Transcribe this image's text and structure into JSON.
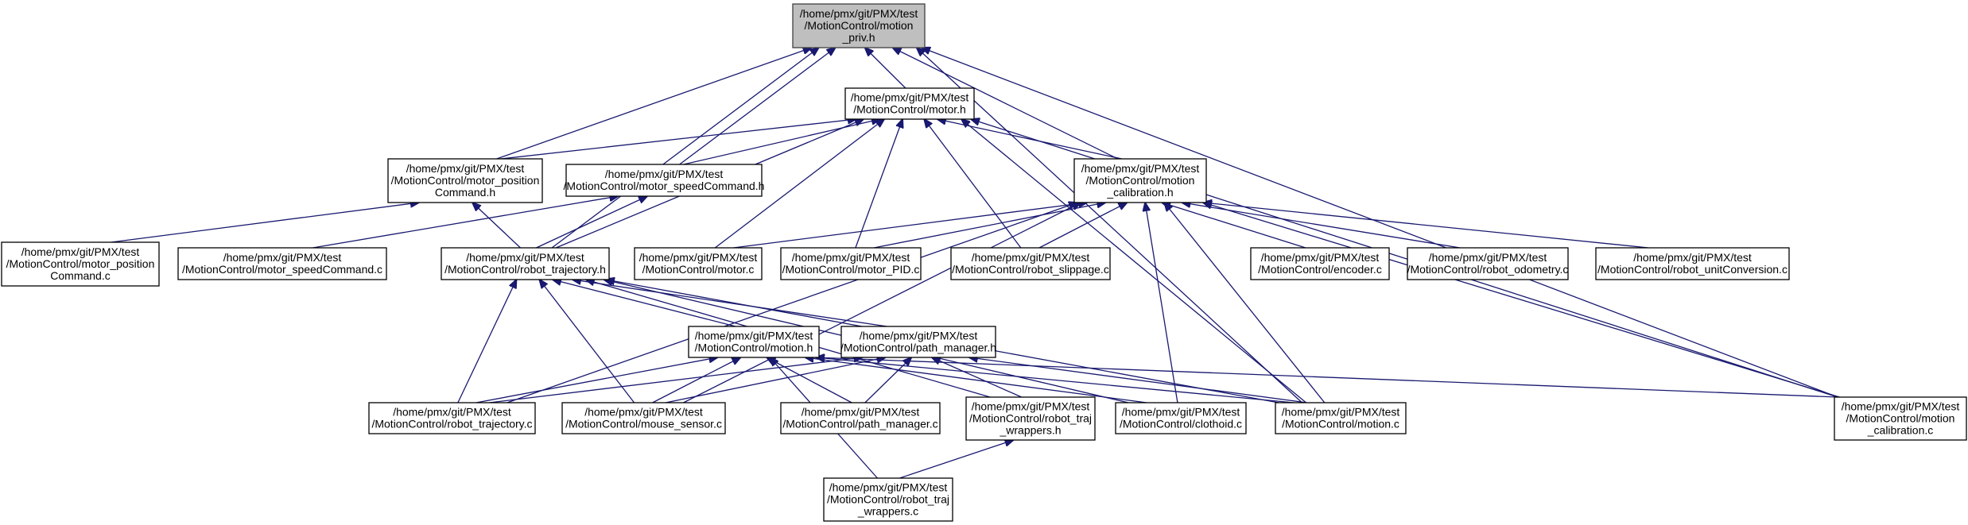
{
  "nodes": [
    {
      "id": "motion_priv_h",
      "lines": [
        "/home/pmx/git/PMX/test",
        "/MotionControl/motion",
        "_priv.h"
      ],
      "highlight": true
    },
    {
      "id": "motor_h",
      "lines": [
        "/home/pmx/git/PMX/test",
        "/MotionControl/motor.h"
      ]
    },
    {
      "id": "motor_position_command_h",
      "lines": [
        "/home/pmx/git/PMX/test",
        "/MotionControl/motor_position",
        "Command.h"
      ]
    },
    {
      "id": "motor_speedcommand_h",
      "lines": [
        "/home/pmx/git/PMX/test",
        "/MotionControl/motor_speedCommand.h"
      ]
    },
    {
      "id": "motion_calibration_h",
      "lines": [
        "/home/pmx/git/PMX/test",
        "/MotionControl/motion",
        "_calibration.h"
      ]
    },
    {
      "id": "motor_position_command_c",
      "lines": [
        "/home/pmx/git/PMX/test",
        "/MotionControl/motor_position",
        "Command.c"
      ]
    },
    {
      "id": "motor_speedcommand_c",
      "lines": [
        "/home/pmx/git/PMX/test",
        "/MotionControl/motor_speedCommand.c"
      ]
    },
    {
      "id": "robot_trajectory_h",
      "lines": [
        "/home/pmx/git/PMX/test",
        "/MotionControl/robot_trajectory.h"
      ]
    },
    {
      "id": "motor_c",
      "lines": [
        "/home/pmx/git/PMX/test",
        "/MotionControl/motor.c"
      ]
    },
    {
      "id": "motor_pid_c",
      "lines": [
        "/home/pmx/git/PMX/test",
        "/MotionControl/motor_PID.c"
      ]
    },
    {
      "id": "robot_slippage_c",
      "lines": [
        "/home/pmx/git/PMX/test",
        "/MotionControl/robot_slippage.c"
      ]
    },
    {
      "id": "encoder_c",
      "lines": [
        "/home/pmx/git/PMX/test",
        "/MotionControl/encoder.c"
      ]
    },
    {
      "id": "robot_odometry_c",
      "lines": [
        "/home/pmx/git/PMX/test",
        "/MotionControl/robot_odometry.c"
      ]
    },
    {
      "id": "robot_unitconversion_c",
      "lines": [
        "/home/pmx/git/PMX/test",
        "/MotionControl/robot_unitConversion.c"
      ]
    },
    {
      "id": "motion_h",
      "lines": [
        "/home/pmx/git/PMX/test",
        "/MotionControl/motion.h"
      ]
    },
    {
      "id": "path_manager_h",
      "lines": [
        "/home/pmx/git/PMX/test",
        "/MotionControl/path_manager.h"
      ]
    },
    {
      "id": "robot_trajectory_c",
      "lines": [
        "/home/pmx/git/PMX/test",
        "/MotionControl/robot_trajectory.c"
      ]
    },
    {
      "id": "mouse_sensor_c",
      "lines": [
        "/home/pmx/git/PMX/test",
        "/MotionControl/mouse_sensor.c"
      ]
    },
    {
      "id": "path_manager_c",
      "lines": [
        "/home/pmx/git/PMX/test",
        "/MotionControl/path_manager.c"
      ]
    },
    {
      "id": "robot_traj_wrappers_h",
      "lines": [
        "/home/pmx/git/PMX/test",
        "/MotionControl/robot_traj",
        "_wrappers.h"
      ]
    },
    {
      "id": "clothoid_c",
      "lines": [
        "/home/pmx/git/PMX/test",
        "/MotionControl/clothoid.c"
      ]
    },
    {
      "id": "motion_c",
      "lines": [
        "/home/pmx/git/PMX/test",
        "/MotionControl/motion.c"
      ]
    },
    {
      "id": "motion_calibration_c",
      "lines": [
        "/home/pmx/git/PMX/test",
        "/MotionControl/motion",
        "_calibration.c"
      ]
    },
    {
      "id": "robot_traj_wrappers_c",
      "lines": [
        "/home/pmx/git/PMX/test",
        "/MotionControl/robot_traj",
        "_wrappers.c"
      ]
    }
  ],
  "edges": [
    [
      "motor_h",
      "motion_priv_h"
    ],
    [
      "motor_position_command_h",
      "motion_priv_h"
    ],
    [
      "motor_speedcommand_h",
      "motion_priv_h"
    ],
    [
      "robot_trajectory_h",
      "motion_priv_h"
    ],
    [
      "motion_calibration_h",
      "motion_priv_h"
    ],
    [
      "motion_c",
      "motion_priv_h"
    ],
    [
      "motion_calibration_c",
      "motion_priv_h"
    ],
    [
      "motor_position_command_h",
      "motor_h"
    ],
    [
      "motor_speedcommand_h",
      "motor_h"
    ],
    [
      "motion_calibration_h",
      "motor_h"
    ],
    [
      "robot_trajectory_h",
      "motor_h"
    ],
    [
      "motor_c",
      "motor_h"
    ],
    [
      "motor_pid_c",
      "motor_h"
    ],
    [
      "robot_slippage_c",
      "motor_h"
    ],
    [
      "motion_c",
      "motor_h"
    ],
    [
      "motion_calibration_c",
      "motor_h"
    ],
    [
      "motor_position_command_c",
      "motor_position_command_h"
    ],
    [
      "robot_trajectory_h",
      "motor_position_command_h"
    ],
    [
      "motor_speedcommand_c",
      "motor_speedcommand_h"
    ],
    [
      "robot_trajectory_h",
      "motor_speedcommand_h"
    ],
    [
      "motor_c",
      "motion_calibration_h"
    ],
    [
      "motor_pid_c",
      "motion_calibration_h"
    ],
    [
      "robot_slippage_c",
      "motion_calibration_h"
    ],
    [
      "encoder_c",
      "motion_calibration_h"
    ],
    [
      "robot_odometry_c",
      "motion_calibration_h"
    ],
    [
      "robot_unitconversion_c",
      "motion_calibration_h"
    ],
    [
      "robot_trajectory_c",
      "motion_calibration_h"
    ],
    [
      "mouse_sensor_c",
      "motion_calibration_h"
    ],
    [
      "clothoid_c",
      "motion_calibration_h"
    ],
    [
      "motion_c",
      "motion_calibration_h"
    ],
    [
      "motion_calibration_c",
      "motion_calibration_h"
    ],
    [
      "motion_h",
      "robot_trajectory_h"
    ],
    [
      "path_manager_h",
      "robot_trajectory_h"
    ],
    [
      "robot_trajectory_c",
      "robot_trajectory_h"
    ],
    [
      "mouse_sensor_c",
      "robot_trajectory_h"
    ],
    [
      "robot_traj_wrappers_h",
      "robot_trajectory_h"
    ],
    [
      "clothoid_c",
      "robot_trajectory_h"
    ],
    [
      "motion_c",
      "robot_trajectory_h"
    ],
    [
      "robot_trajectory_c",
      "motion_h"
    ],
    [
      "mouse_sensor_c",
      "motion_h"
    ],
    [
      "path_manager_c",
      "motion_h"
    ],
    [
      "robot_traj_wrappers_c",
      "motion_h"
    ],
    [
      "clothoid_c",
      "motion_h"
    ],
    [
      "motion_c",
      "motion_h"
    ],
    [
      "motion_calibration_c",
      "motion_h"
    ],
    [
      "robot_trajectory_c",
      "path_manager_h"
    ],
    [
      "mouse_sensor_c",
      "path_manager_h"
    ],
    [
      "path_manager_c",
      "path_manager_h"
    ],
    [
      "robot_traj_wrappers_h",
      "path_manager_h"
    ],
    [
      "motion_c",
      "path_manager_h"
    ],
    [
      "robot_traj_wrappers_c",
      "robot_traj_wrappers_h"
    ]
  ],
  "colors": {
    "edge": "#191970",
    "highlight_fill": "#bfbfbf",
    "node_stroke": "#000000"
  }
}
